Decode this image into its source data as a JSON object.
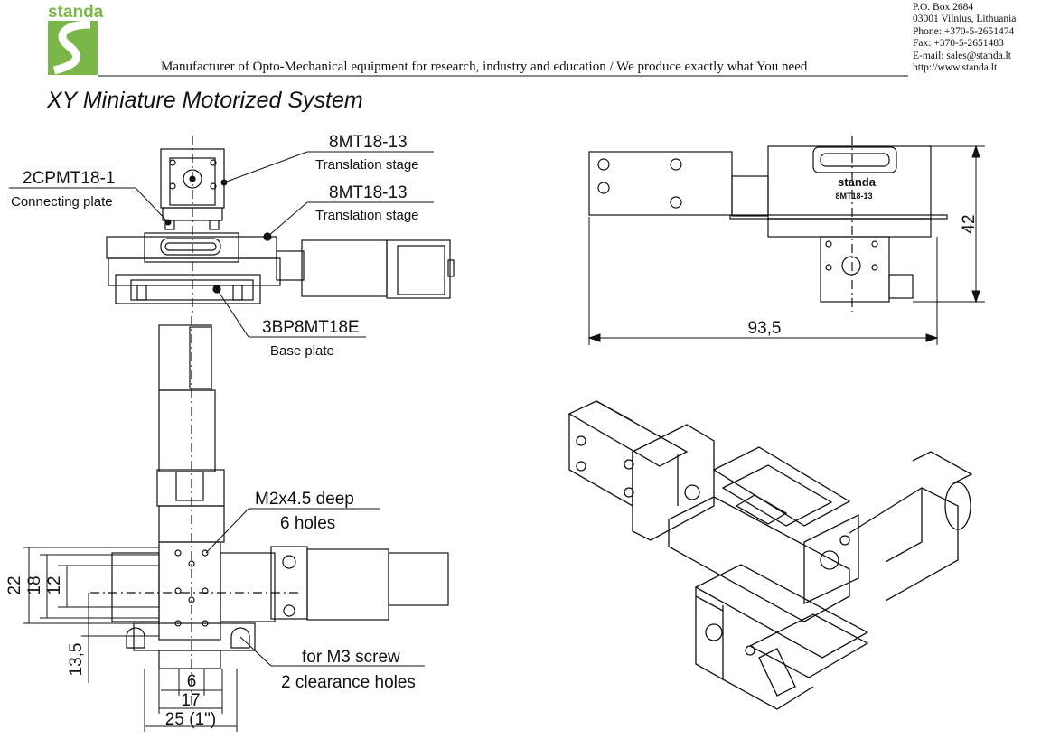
{
  "header": {
    "logo_text": "standa",
    "tagline": "Manufacturer of Opto-Mechanical equipment for research, industry and education / We produce exactly what You need",
    "contact": [
      "P.O. Box 2684",
      "03001 Vilnius, Lithuania",
      "Phone: +370-5-2651474",
      "Fax: +370-5-2651483",
      "E-mail: sales@standa.lt",
      "http://www.standa.lt"
    ]
  },
  "title": "XY Miniature Motorized System",
  "colors": {
    "logo_green": "#7ab648",
    "line": "#111111"
  },
  "callouts": {
    "upper_stage": {
      "name": "8MT18-13",
      "desc": "Translation stage"
    },
    "connecting_plate": {
      "name": "2CPMT18-1",
      "desc": "Connecting plate"
    },
    "lower_stage": {
      "name": "8MT18-13",
      "desc": "Translation stage"
    },
    "base_plate": {
      "name": "3BP8MT18E",
      "desc": "Base plate"
    },
    "holes": {
      "line1": "M2x4.5 deep",
      "line2": "6 holes"
    },
    "clearance": {
      "line1": "for M3 screw",
      "line2": "2 clearance holes"
    }
  },
  "dimensions": {
    "height": "42",
    "length": "93,5",
    "d22": "22",
    "d18": "18",
    "d12": "12",
    "d13_5": "13,5",
    "d6": "6",
    "d17": "17",
    "d25": "25 (1\")"
  },
  "stage_marking": {
    "brand": "standa",
    "model": "8MT18-13"
  }
}
